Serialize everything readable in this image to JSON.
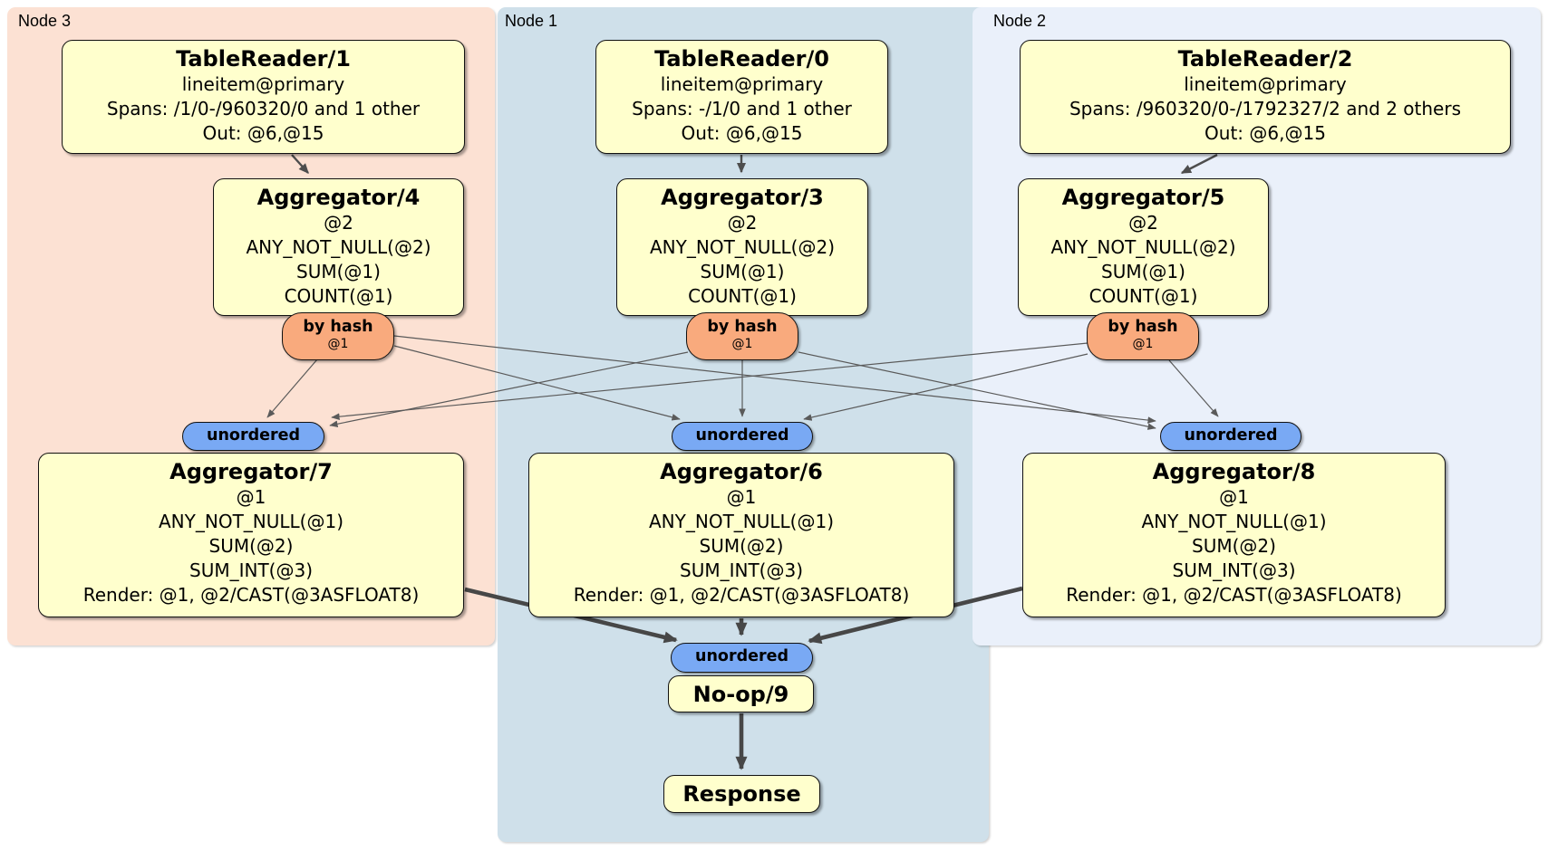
{
  "nodes": [
    {
      "label": "Node 3"
    },
    {
      "label": "Node 1"
    },
    {
      "label": "Node 2"
    }
  ],
  "processors": {
    "tableReader1": {
      "title": "TableReader/1",
      "lines": [
        "lineitem@primary",
        "Spans: /1/0-/960320/0 and 1 other",
        "Out: @6,@15"
      ]
    },
    "tableReader0": {
      "title": "TableReader/0",
      "lines": [
        "lineitem@primary",
        "Spans: -/1/0 and 1 other",
        "Out: @6,@15"
      ]
    },
    "tableReader2": {
      "title": "TableReader/2",
      "lines": [
        "lineitem@primary",
        "Spans: /960320/0-/1792327/2 and 2 others",
        "Out: @6,@15"
      ]
    },
    "aggregator4": {
      "title": "Aggregator/4",
      "lines": [
        "@2",
        "ANY_NOT_NULL(@2)",
        "SUM(@1)",
        "COUNT(@1)"
      ]
    },
    "aggregator3": {
      "title": "Aggregator/3",
      "lines": [
        "@2",
        "ANY_NOT_NULL(@2)",
        "SUM(@1)",
        "COUNT(@1)"
      ]
    },
    "aggregator5": {
      "title": "Aggregator/5",
      "lines": [
        "@2",
        "ANY_NOT_NULL(@2)",
        "SUM(@1)",
        "COUNT(@1)"
      ]
    },
    "aggregator7": {
      "title": "Aggregator/7",
      "lines": [
        "@1",
        "ANY_NOT_NULL(@1)",
        "SUM(@2)",
        "SUM_INT(@3)",
        "Render: @1, @2/CAST(@3ASFLOAT8)"
      ]
    },
    "aggregator6": {
      "title": "Aggregator/6",
      "lines": [
        "@1",
        "ANY_NOT_NULL(@1)",
        "SUM(@2)",
        "SUM_INT(@3)",
        "Render: @1, @2/CAST(@3ASFLOAT8)"
      ]
    },
    "aggregator8": {
      "title": "Aggregator/8",
      "lines": [
        "@1",
        "ANY_NOT_NULL(@1)",
        "SUM(@2)",
        "SUM_INT(@3)",
        "Render: @1, @2/CAST(@3ASFLOAT8)"
      ]
    },
    "noop9": {
      "title": "No-op/9"
    },
    "response": {
      "title": "Response"
    }
  },
  "router": {
    "label": "by hash",
    "detail": "@1"
  },
  "sync": {
    "label": "unordered"
  },
  "colors": {
    "node3_bg": "#fce1d3",
    "node1_bg": "#cfe0ea",
    "node2_bg": "#eaf0fa",
    "processor_bg": "#ffffcd",
    "router_bg": "#f9aa7d",
    "sync_bg": "#79a9f4",
    "edge_thin": "#5a5a5a",
    "edge_thick": "#474747",
    "text": "#000000"
  }
}
